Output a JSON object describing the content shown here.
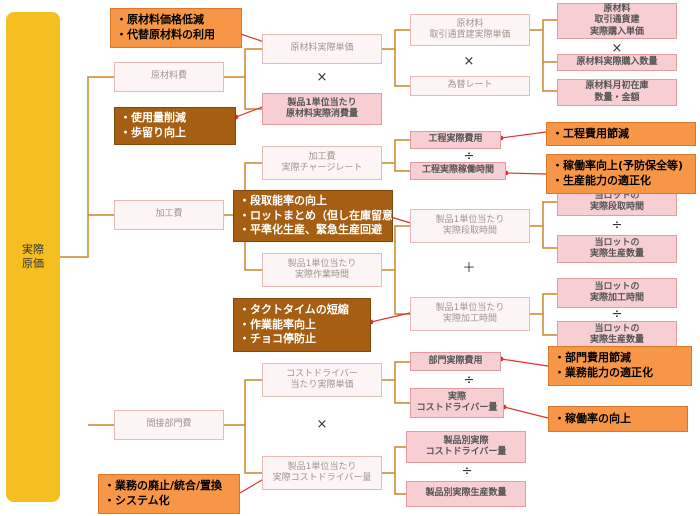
{
  "root": "実際\n原価",
  "level1": {
    "material": "原材料費",
    "processing": "加工費",
    "indirect": "間接部門費"
  },
  "level2": {
    "material_unit_price": "原材料実際単価",
    "material_consumption": "製品1単位当たり\n原材料実際消費量",
    "charge_rate": "加工費\n実際チャージレート",
    "work_time": "製品1単位当たり\n実際作業時間",
    "cost_driver_rate": "コストドライバー\n当たり実際単価",
    "cost_driver_qty": "製品1単位当たり\n実際コストドライバー量"
  },
  "level3": {
    "trade_price": "原材料\n取引通貨建実際単価",
    "fx_rate": "為替レート",
    "process_cost": "工程実際費用",
    "process_hours": "工程実際稼働時間",
    "setup_time": "製品1単位当たり\n実際段取時間",
    "machining_time": "製品1単位当たり\n実際加工時間",
    "dept_cost": "部門実際費用",
    "driver_amount": "実際\nコストドライバー量",
    "product_driver": "製品別実際\nコストドライバー量",
    "product_volume": "製品別実際生産数量"
  },
  "level4": {
    "purchase_price": "原材料\n取引通貨建\n実際購入単価",
    "purchase_qty": "原材料実際購入数量",
    "inventory": "原材料月初在庫\n数量・金額",
    "lot_setup": "当ロットの\n実際段取時間",
    "lot_production_a": "当ロットの\n実際生産数量",
    "lot_machining": "当ロットの\n実際加工時間",
    "lot_production_b": "当ロットの\n実際生産数量"
  },
  "operators": {
    "times": "×",
    "divide": "÷",
    "plus": "＋"
  },
  "notes": {
    "price_cut": [
      "・原材料価格低減",
      "・代替原材料の利用"
    ],
    "usage_cut": [
      "・使用量削減",
      "・歩留り向上"
    ],
    "process_cost_cut": [
      "・工程費用節減"
    ],
    "utilization": [
      "・稼働率向上(予防保全等)",
      "・生産能力の適正化"
    ],
    "setup": [
      "・段取能率の向上",
      "・ロットまとめ（但し在庫留意）",
      "・平準化生産、緊急生産回避"
    ],
    "takt": [
      "・タクトタイムの短縮",
      "・作業能率向上",
      "・チョコ停防止"
    ],
    "dept_cost_cut": [
      "・部門費用節減",
      "・業務能力の適正化"
    ],
    "utilization2": [
      "・稼働率の向上"
    ],
    "abolish": [
      "・業務の廃止/統合/置換",
      "・システム化"
    ]
  },
  "colors": {
    "root": "#f5bf1f",
    "line": "#c9862a",
    "red": "#e03030",
    "orange": "#f79646",
    "brown": "#a65f12",
    "pink": "#f7cfd3"
  }
}
